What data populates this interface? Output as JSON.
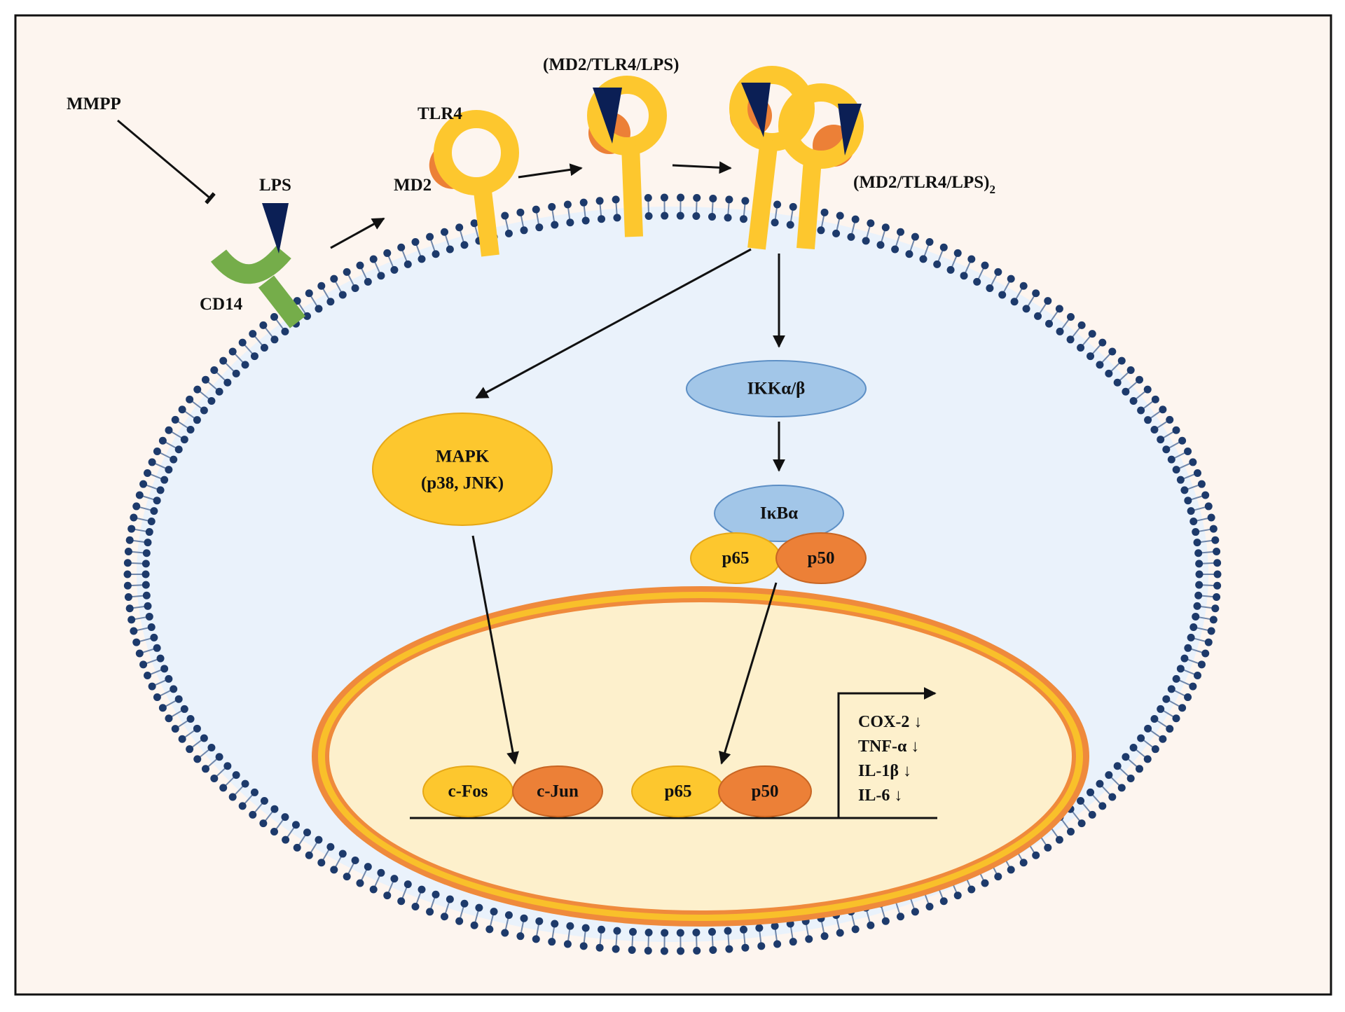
{
  "colors": {
    "background": "#fdf5ef",
    "cytoplasm": "#eaf2fb",
    "membrane_head": "#1d3a6b",
    "nucleus_fill": "#fdf0cc",
    "nucleus_rim_outer": "#ef8a3c",
    "nucleus_rim_inner": "#f9c02a",
    "receptor_yellow": "#fdc72e",
    "md2_orange": "#ec8037",
    "lps_navy": "#0b1f55",
    "cd14_green": "#75ad4a",
    "ikk_blue": "#a2c6e8",
    "arrow": "#111111"
  },
  "labels": {
    "mmpp": "MMPP",
    "lps": "LPS",
    "cd14": "CD14",
    "tlr4": "TLR4",
    "md2": "MD2",
    "complex_monomer": "(MD2/TLR4/LPS)",
    "complex_dimer": "(MD2/TLR4/LPS)",
    "complex_dimer_subscript": "2"
  },
  "nodes": {
    "mapk_line1": "MAPK",
    "mapk_line2": "(p38, JNK)",
    "ikk": "IKKα/β",
    "ikba": "IκBα",
    "p65_cyto": "p65",
    "p50_cyto": "p50",
    "cfos": "c-Fos",
    "cjun": "c-Jun",
    "p65_nuc": "p65",
    "p50_nuc": "p50"
  },
  "genes": [
    "COX-2 ↓",
    "TNF-α ↓",
    "IL-1β ↓",
    "IL-6 ↓"
  ]
}
